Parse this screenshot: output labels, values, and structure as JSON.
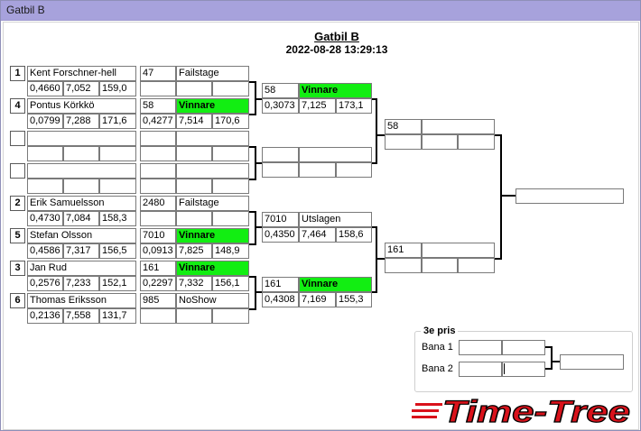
{
  "window": {
    "title": "Gatbil B"
  },
  "header": {
    "title": "Gatbil B",
    "datetime": "2022-08-28 13:29:13"
  },
  "round1": [
    {
      "seed": "1",
      "name": "Kent Forschner-hell",
      "stats": [
        "0,4660",
        "7,052",
        "159,0"
      ],
      "result_id": "47",
      "result": "Failstage",
      "result_stats": [
        "",
        "",
        ""
      ],
      "winner": false
    },
    {
      "seed": "4",
      "name": "Pontus Körkkö",
      "stats": [
        "0,0799",
        "7,288",
        "171,6"
      ],
      "result_id": "58",
      "result": "Vinnare",
      "result_stats": [
        "0,4277",
        "7,514",
        "170,6"
      ],
      "winner": true
    },
    {
      "seed": "",
      "name": "",
      "stats": [
        "",
        "",
        ""
      ],
      "result_id": "",
      "result": "",
      "result_stats": [
        "",
        "",
        ""
      ],
      "winner": false
    },
    {
      "seed": "",
      "name": "",
      "stats": [
        "",
        "",
        ""
      ],
      "result_id": "",
      "result": "",
      "result_stats": [
        "",
        "",
        ""
      ],
      "winner": false
    },
    {
      "seed": "2",
      "name": "Erik Samuelsson",
      "stats": [
        "0,4730",
        "7,084",
        "158,3"
      ],
      "result_id": "2480",
      "result": "Failstage",
      "result_stats": [
        "",
        "",
        ""
      ],
      "winner": false
    },
    {
      "seed": "5",
      "name": "Stefan Olsson",
      "stats": [
        "0,4586",
        "7,317",
        "156,5"
      ],
      "result_id": "7010",
      "result": "Vinnare",
      "result_stats": [
        "0,0913",
        "7,825",
        "148,9"
      ],
      "winner": true
    },
    {
      "seed": "3",
      "name": "Jan Rud",
      "stats": [
        "0,2576",
        "7,233",
        "152,1"
      ],
      "result_id": "161",
      "result": "Vinnare",
      "result_stats": [
        "0,2297",
        "7,332",
        "156,1"
      ],
      "winner": true
    },
    {
      "seed": "6",
      "name": "Thomas Eriksson",
      "stats": [
        "0,2136",
        "7,558",
        "131,7"
      ],
      "result_id": "985",
      "result": "NoShow",
      "result_stats": [
        "",
        "",
        ""
      ],
      "winner": false
    }
  ],
  "round2": [
    {
      "id": "58",
      "result": "Vinnare",
      "stats": [
        "0,3073",
        "7,125",
        "173,1"
      ],
      "winner": true
    },
    {
      "id": "",
      "result": "",
      "stats": [
        "",
        "",
        ""
      ],
      "winner": false
    },
    {
      "id": "7010",
      "result": "Utslagen",
      "stats": [
        "0,4350",
        "7,464",
        "158,6"
      ],
      "winner": false
    },
    {
      "id": "161",
      "result": "Vinnare",
      "stats": [
        "0,4308",
        "7,169",
        "155,3"
      ],
      "winner": true
    }
  ],
  "round3": [
    {
      "id": "58",
      "result": "",
      "stats": [
        "",
        "",
        ""
      ]
    },
    {
      "id": "161",
      "result": "",
      "stats": [
        "",
        "",
        ""
      ]
    }
  ],
  "final": {
    "value": ""
  },
  "third_prize": {
    "legend": "3e pris",
    "lane1_label": "Bana 1",
    "lane2_label": "Bana 2",
    "lane1": [
      "",
      ""
    ],
    "lane2": [
      "",
      ""
    ],
    "result": ""
  },
  "logo": {
    "text": "Time-Tree",
    "color": "#d9121b"
  }
}
